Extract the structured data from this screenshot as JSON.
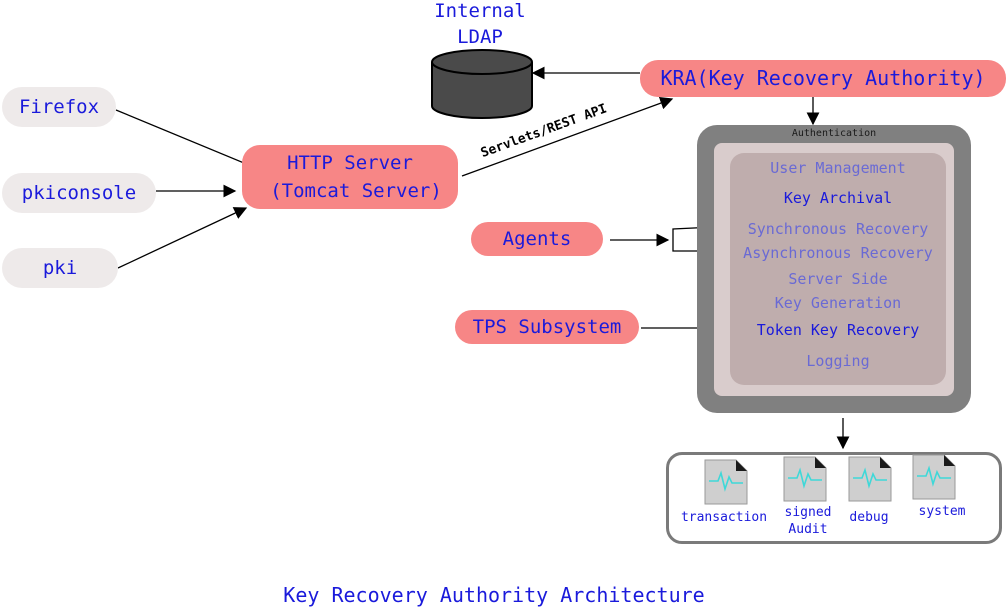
{
  "ldap": {
    "line1": "Internal",
    "line2": "LDAP"
  },
  "kra": {
    "label": "KRA(Key Recovery Authority)"
  },
  "clients": [
    {
      "label": "Firefox"
    },
    {
      "label": "pkiconsole"
    },
    {
      "label": "pki"
    }
  ],
  "http_server": {
    "line1": "HTTP Server",
    "line2": "(Tomcat Server)"
  },
  "api_label": "Servlets/REST API",
  "agents": {
    "label": "Agents"
  },
  "tps": {
    "label": "TPS Subsystem"
  },
  "auth_box": {
    "title": "Authentication",
    "services": [
      "User Management",
      "Key Archival",
      "Synchronous Recovery",
      "Asynchronous Recovery",
      "Server Side",
      "Key Generation",
      "Token Key Recovery",
      "Logging"
    ]
  },
  "logs": [
    {
      "line1": "transaction",
      "line2": ""
    },
    {
      "line1": "signed",
      "line2": "Audit"
    },
    {
      "line1": "debug",
      "line2": ""
    },
    {
      "line1": "system",
      "line2": ""
    }
  ],
  "caption": "Key Recovery Authority Architecture",
  "colors": {
    "node_fill": "#f78686",
    "client_fill": "#eeeaea",
    "text_blue": "#1a1adb",
    "auth_outer": "#808080",
    "auth_mid": "#d9cccc",
    "auth_inner": "#bfadad"
  }
}
